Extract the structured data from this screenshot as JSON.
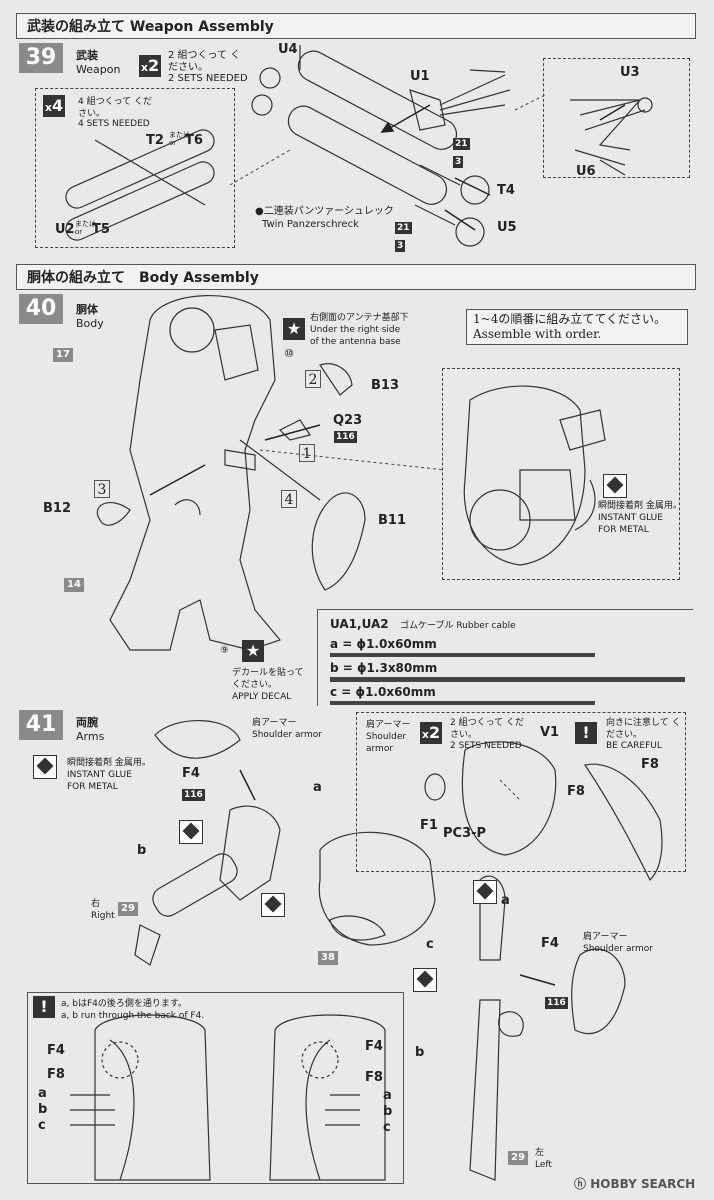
{
  "sections": {
    "weapon": {
      "title": "武装の組み立て Weapon Assembly"
    },
    "body": {
      "title": "胴体の組み立て　Body Assembly"
    }
  },
  "step39": {
    "number": "39",
    "name_jp": "武装",
    "name_en": "Weapon",
    "multiplier": "2",
    "sets_jp": "2 組つくって ください。",
    "sets_en": "2 SETS NEEDED",
    "inset_multiplier": "4",
    "inset_sets_jp": "4 組つくって ください。",
    "inset_sets_en": "4 SETS NEEDED",
    "parts": [
      "U4",
      "U1",
      "T2",
      "U3",
      "T6",
      "U2",
      "T5",
      "U6",
      "T4",
      "U5"
    ],
    "or_jp": "または",
    "or_en": "or",
    "num21": "21",
    "num3": "3",
    "caption_jp": "●二連装パンツァーシュレック",
    "caption_en": "Twin Panzerschreck"
  },
  "step40": {
    "number": "40",
    "name_jp": "胴体",
    "name_en": "Body",
    "antenna_jp": "右側面のアンテナ基部下",
    "antenna_en1": "Under the right side",
    "antenna_en2": "of the antenna base",
    "order_jp": "1~4の順番に組み立ててください。",
    "order_en": "Assemble with order.",
    "parts": [
      "B13",
      "Q23",
      "B12",
      "B11"
    ],
    "gray_tags": [
      "17",
      "14"
    ],
    "tag116": "116",
    "circled10": "⑩",
    "circled9": "⑨",
    "order_numbers": [
      "2",
      "1",
      "3",
      "4"
    ],
    "glue_jp": "瞬間接着剤 金属用。",
    "glue_en1": "INSTANT GLUE",
    "glue_en2": "FOR METAL",
    "decal_jp": "デカールを貼って ください。",
    "decal_en": "APPLY DECAL",
    "cable_title": "UA1,UA2",
    "cable_jp": "ゴムケーブル Rubber cable",
    "cables": [
      {
        "label": "a = ϕ1.0x60mm"
      },
      {
        "label": "b = ϕ1.3x80mm"
      },
      {
        "label": "c = ϕ1.0x60mm"
      }
    ]
  },
  "step41": {
    "number": "41",
    "name_jp": "両腕",
    "name_en": "Arms",
    "glue_jp": "瞬間接着剤 金属用。",
    "glue_en1": "INSTANT GLUE",
    "glue_en2": "FOR METAL",
    "shoulder_jp": "肩アーマー",
    "shoulder_en": "Shoulder armor",
    "shoulder_en_a": "Shoulder",
    "shoulder_en_b": "armor",
    "multiplier": "2",
    "sets_jp": "2 組つくって ください。",
    "sets_en": "2 SETS NEEDED",
    "care_jp": "向きに注意して ください。",
    "care_en": "BE CAREFUL",
    "parts": [
      "F4",
      "V1",
      "F8",
      "F1",
      "PC3-P"
    ],
    "tag116": "116",
    "cable_letters": [
      "a",
      "b",
      "c"
    ],
    "right_jp": "右",
    "right_en": "Right",
    "left_jp": "左",
    "left_en": "Left",
    "gray_tags": [
      "29",
      "38",
      "29"
    ],
    "note_jp": "a, bはF4の後ろ側を通ります。",
    "note_en": "a, b run through the back of F4."
  },
  "watermark": "HOBBY SEARCH"
}
